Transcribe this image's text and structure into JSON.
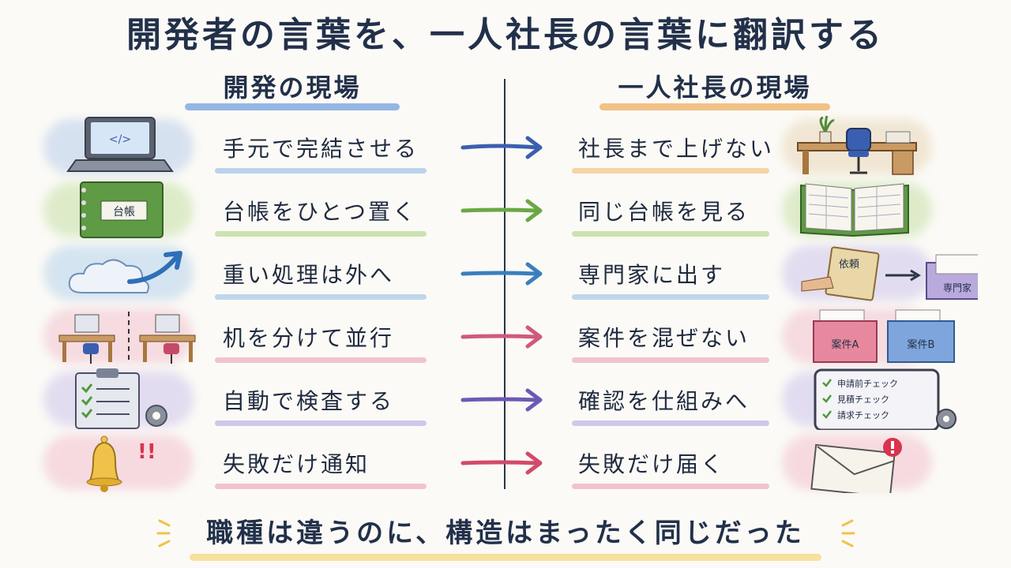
{
  "title": "開発者の言葉を、一人社長の言葉に翻訳する",
  "left_heading": "開発の現場",
  "right_heading": "一人社長の現場",
  "colors": {
    "left_heading_underline": "#7aa5e0",
    "right_heading_underline": "#f0b36a"
  },
  "rows": [
    {
      "left": "手元で完結させる",
      "right": "社長まで上げない",
      "arrow_color": "#3b5fb0",
      "underline_left": "#a8c4ea",
      "underline_right": "#f3c58a",
      "wash": "#b9cdeb",
      "left_icon": "laptop-icon",
      "right_icon": "desk-chair-icon"
    },
    {
      "left": "台帳をひとつ置く",
      "right": "同じ台帳を見る",
      "arrow_color": "#6aa845",
      "underline_left": "#bcd99a",
      "underline_right": "#bcd99a",
      "wash": "#c6e0a6",
      "left_icon": "ledger-book-icon",
      "right_icon": "open-ledger-icon",
      "ledger_label": "台帳"
    },
    {
      "left": "重い処理は外へ",
      "right": "専門家に出す",
      "arrow_color": "#3a7fbd",
      "underline_left": "#a9cbe8",
      "underline_right": "#a9cbe8",
      "wash": "#b6d3ec",
      "left_icon": "cloud-arrow-icon",
      "right_icon": "hand-off-icon",
      "request_label": "依頼",
      "expert_label": "専門家"
    },
    {
      "left": "机を分けて並行",
      "right": "案件を混ぜない",
      "arrow_color": "#d05a7a",
      "underline_left": "#eeb0c0",
      "underline_right": "#eeb0c0",
      "wash": "#f2c2cf",
      "left_icon": "two-desks-icon",
      "right_icon": "case-boxes-icon",
      "case_a": "案件A",
      "case_b": "案件B"
    },
    {
      "left": "自動で検査する",
      "right": "確認を仕組みへ",
      "arrow_color": "#6e58b5",
      "underline_left": "#c4b6e6",
      "underline_right": "#c4b6e6",
      "wash": "#cfc4ec",
      "left_icon": "checklist-gear-icon",
      "right_icon": "check-tablet-icon",
      "checks": [
        "申請前チェック",
        "見積チェック",
        "請求チェック"
      ]
    },
    {
      "left": "失敗だけ通知",
      "right": "失敗だけ届く",
      "arrow_color": "#d24a6a",
      "underline_left": "#efb0c0",
      "underline_right": "#efb0c0",
      "wash": "#f3c1cd",
      "left_icon": "bell-alert-icon",
      "right_icon": "mail-alert-icon",
      "alert_marks": "!!"
    }
  ],
  "footer": "職種は違うのに、構造はまったく同じだった"
}
